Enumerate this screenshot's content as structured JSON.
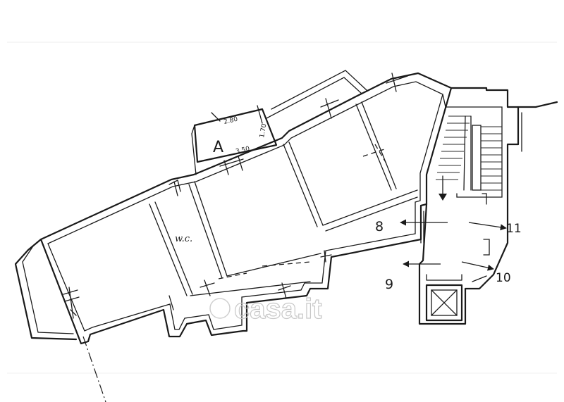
{
  "labels": {
    "room_a": "A",
    "wc": "w.c.",
    "unit_8": "8",
    "unit_9": "9",
    "unit_10": "10",
    "unit_11": "11"
  },
  "dimensions": {
    "top": "2.80",
    "side": "1.70",
    "bottom": "3.50"
  },
  "watermark": "casa.it"
}
